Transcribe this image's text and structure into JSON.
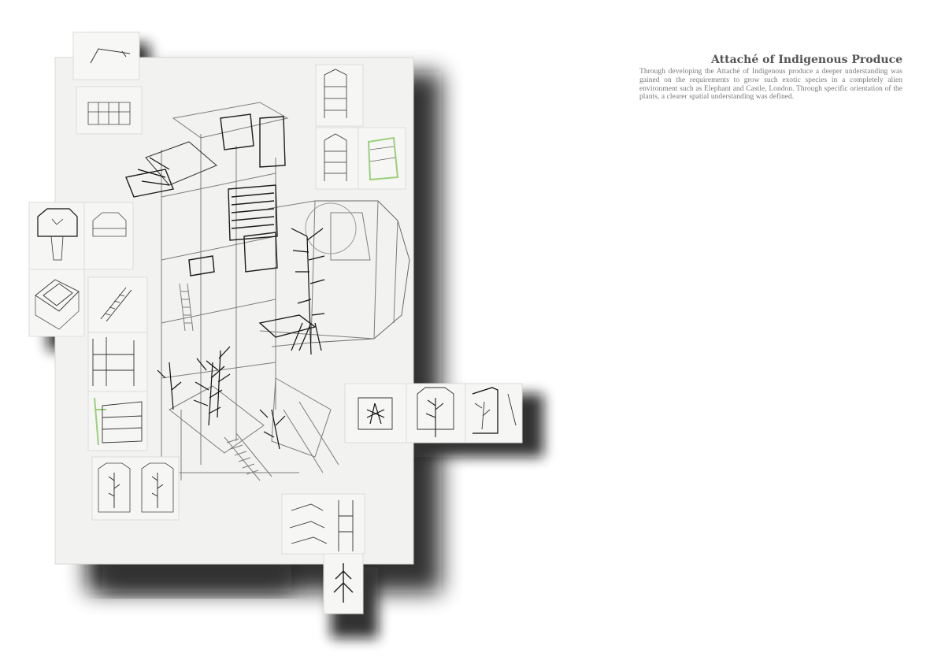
{
  "page": {
    "title": "Attaché of Indigenous Produce",
    "description": "Through developing the Attaché of Indigenous produce a deeper understanding was gained on the requirements  to grow such exotic species in a completely alien environment such as Elephant and Castle, London. Through specific orientation of the plants, a clearer spatial understanding was defined."
  },
  "colors": {
    "background": "#ffffff",
    "paper": "#f1f1ef",
    "shadow": "#111111",
    "ink": "#1c1c1c",
    "pencil": "#8a8a8a",
    "green_marker": "#9bd07a"
  },
  "icons": [
    "isometric-drawing",
    "sketch-card",
    "plant-sketch"
  ]
}
